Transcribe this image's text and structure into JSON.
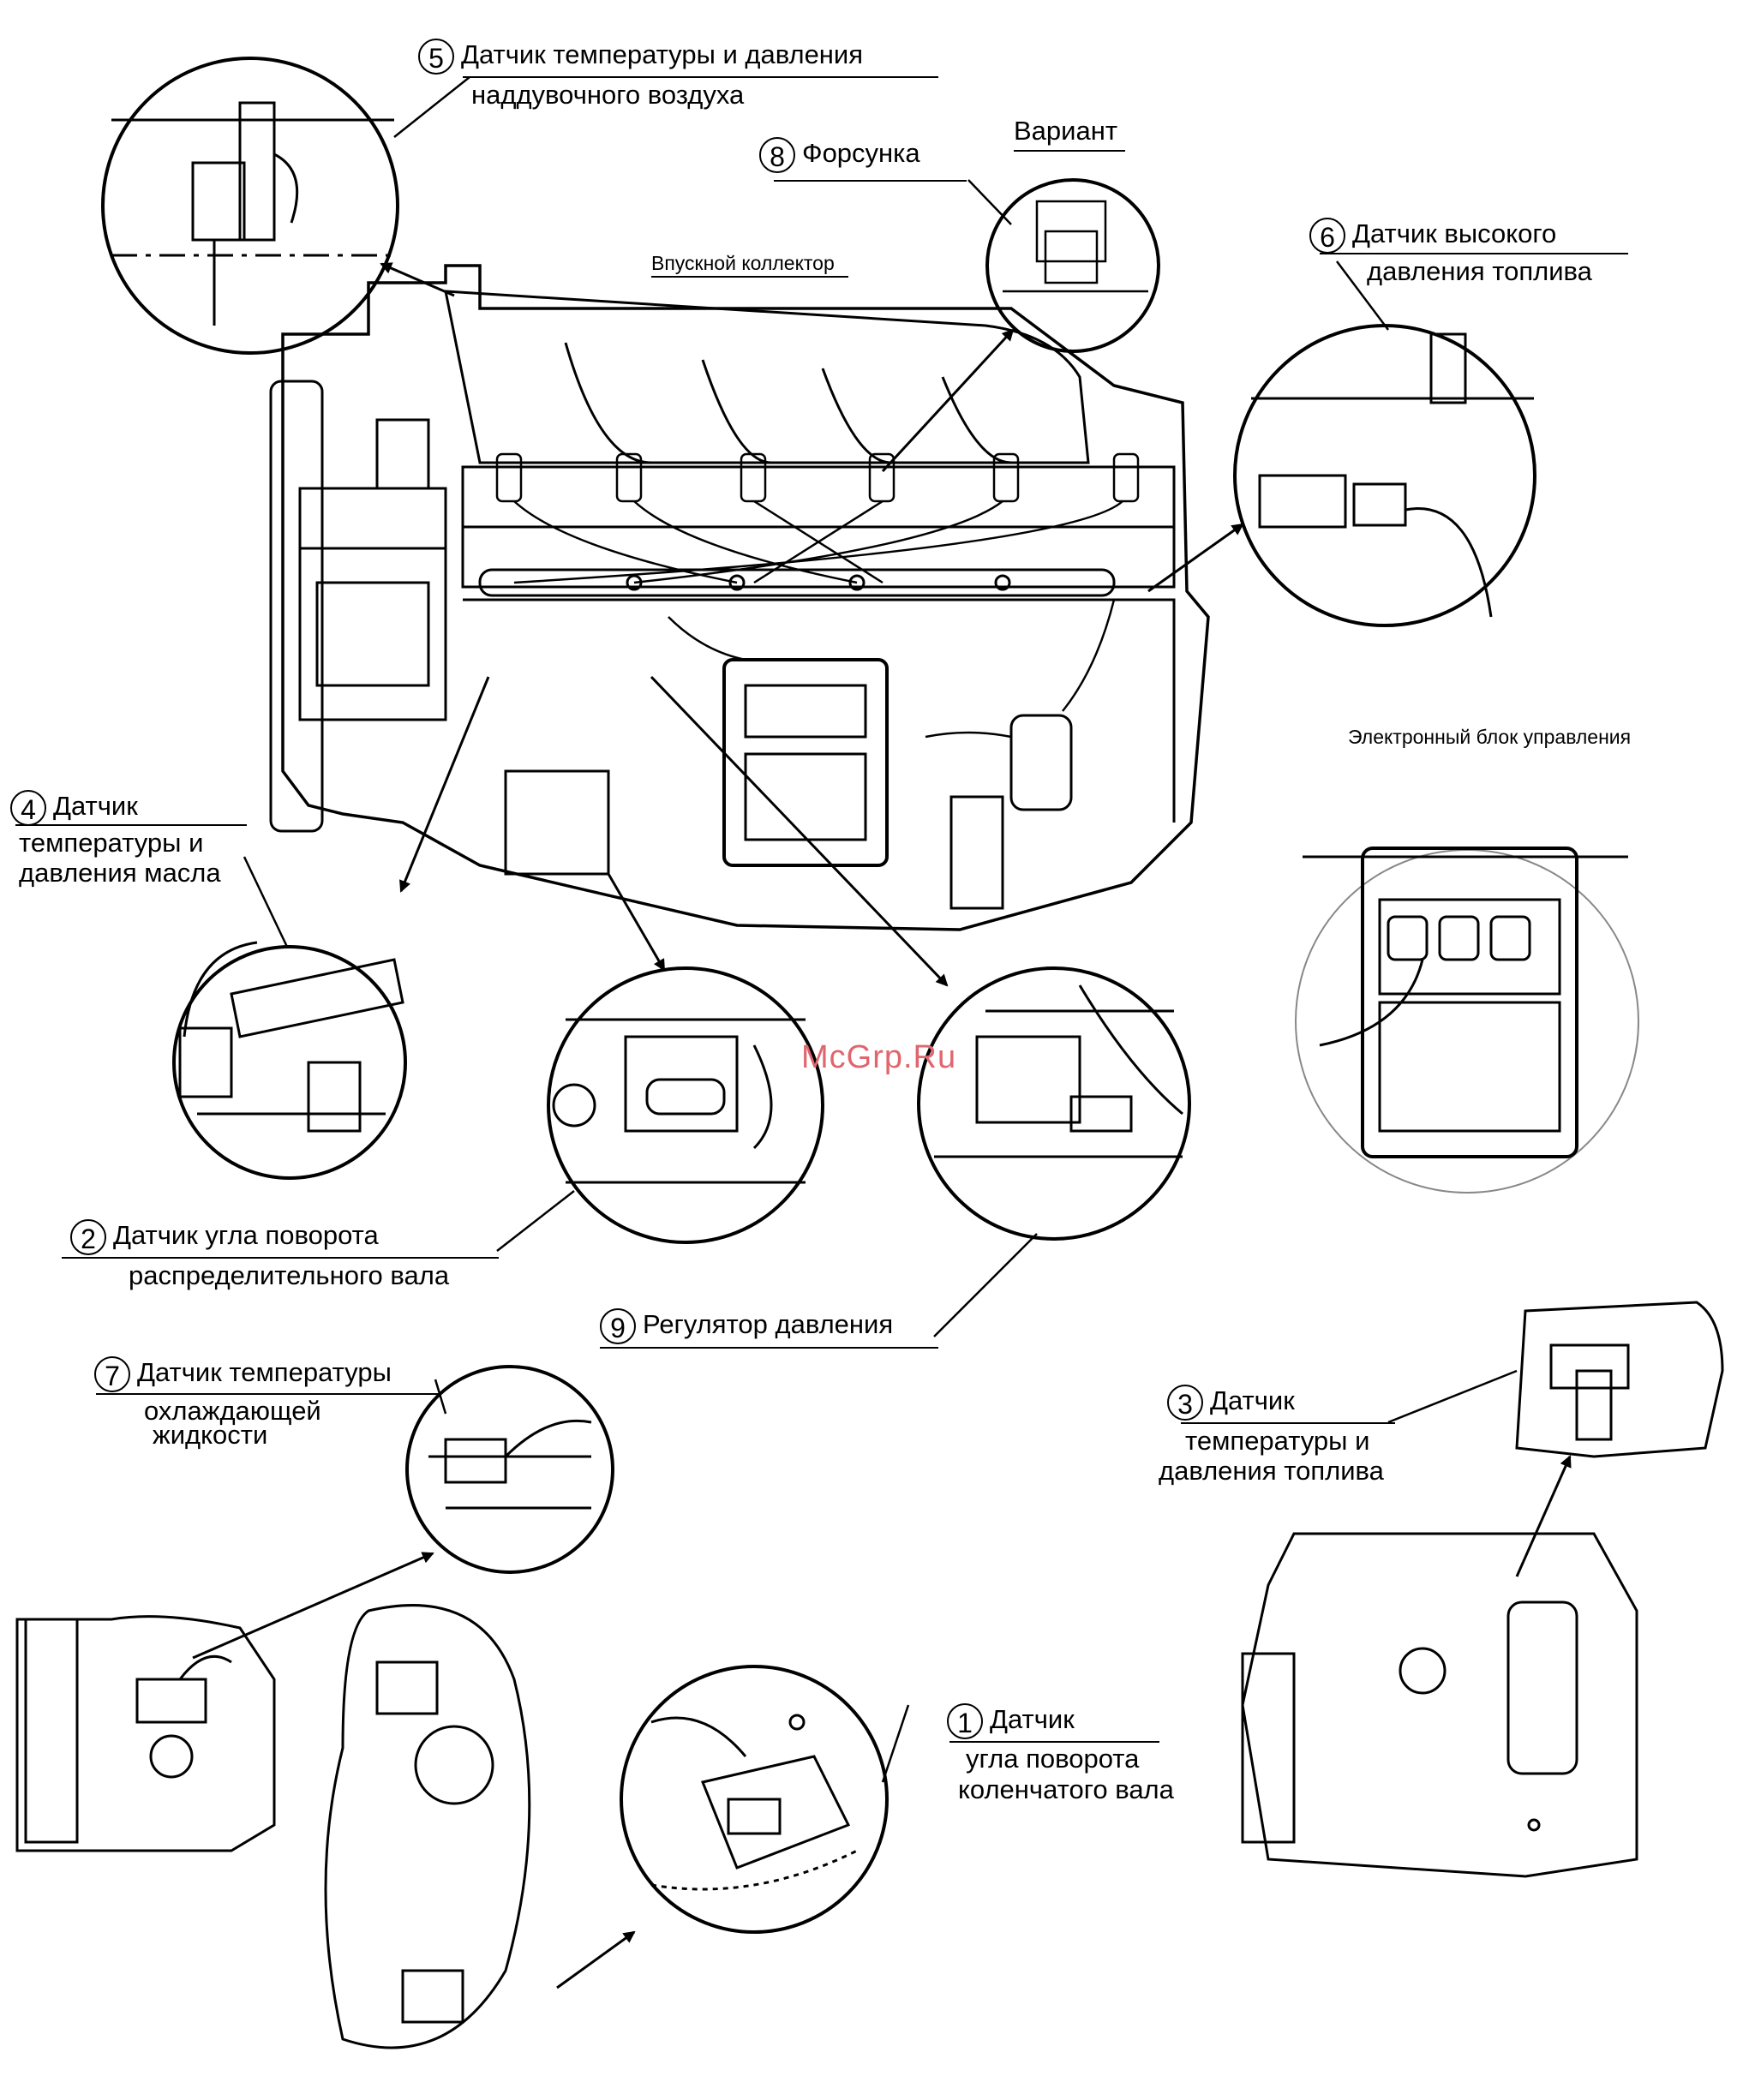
{
  "labels": {
    "s5_line1": "Датчик температуры и давления",
    "s5_line2": "наддувочного воздуха",
    "s5_num": "5",
    "s8_num": "8",
    "s8_text": "Форсунка",
    "variant": "Вариант",
    "intake": "Впускной коллектор",
    "s6_num": "6",
    "s6_line1": "Датчик высокого",
    "s6_line2": "давления топлива",
    "ecu": "Электронный блок управления",
    "s4_num": "4",
    "s4_line1": "Датчик",
    "s4_line2": "температуры и",
    "s4_line3": "давления масла",
    "s2_num": "2",
    "s2_line1": "Датчик угла поворота",
    "s2_line2": "распределительного вала",
    "s9_num": "9",
    "s9_text": "Регулятор давления",
    "s7_num": "7",
    "s7_line1": "Датчик температуры",
    "s7_line2": "охлаждающей",
    "s7_line3": "жидкости",
    "s3_num": "3",
    "s3_line1": "Датчик",
    "s3_line2": "температуры и",
    "s3_line3": "давления топлива",
    "s1_num": "1",
    "s1_line1": "Датчик",
    "s1_line2": "угла поворота",
    "s1_line3": "коленчатого вала",
    "watermark": "McGrp.Ru"
  },
  "icons": [
    "engine-drawing",
    "detail-circle",
    "arrow"
  ]
}
